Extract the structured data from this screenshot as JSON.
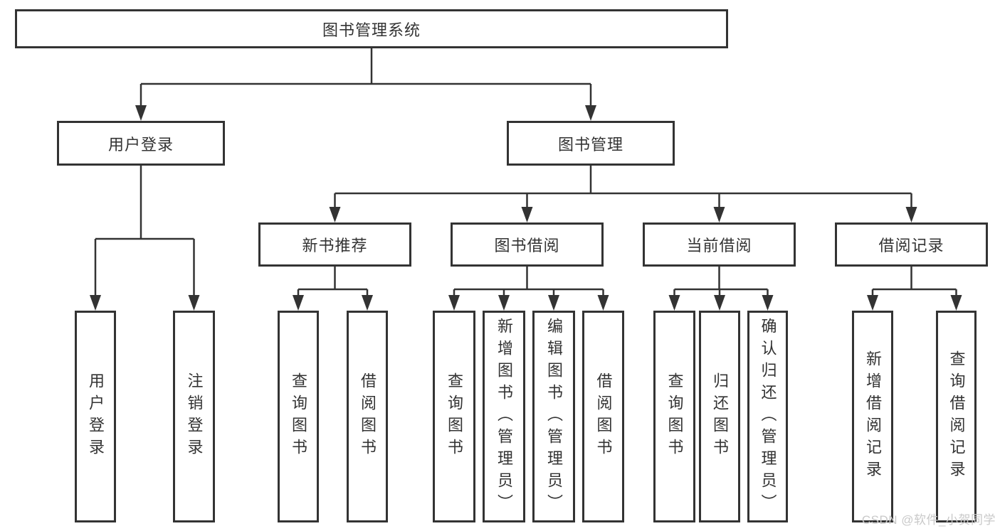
{
  "tree": {
    "label": "图书管理系统",
    "children": [
      {
        "label": "用户登录",
        "children": [
          {
            "label": "用户登录"
          },
          {
            "label": "注销登录"
          }
        ]
      },
      {
        "label": "图书管理",
        "children": [
          {
            "label": "新书推荐",
            "children": [
              {
                "label": "查询图书"
              },
              {
                "label": "借阅图书"
              }
            ]
          },
          {
            "label": "图书借阅",
            "children": [
              {
                "label": "查询图书"
              },
              {
                "label": "新增图书（管理员）"
              },
              {
                "label": "编辑图书（管理员）"
              },
              {
                "label": "借阅图书"
              }
            ]
          },
          {
            "label": "当前借阅",
            "children": [
              {
                "label": "查询图书"
              },
              {
                "label": "归还图书"
              },
              {
                "label": "确认归还（管理员）"
              }
            ]
          },
          {
            "label": "借阅记录",
            "children": [
              {
                "label": "新增借阅记录"
              },
              {
                "label": "查询借阅记录"
              }
            ]
          }
        ]
      }
    ]
  },
  "watermark": "CSDN @软件_小贺同学",
  "colors": {
    "line": "#333333",
    "box_border": "#333333",
    "box_fill": "#ffffff",
    "text": "#333333",
    "watermark": "#c9c9c9"
  }
}
